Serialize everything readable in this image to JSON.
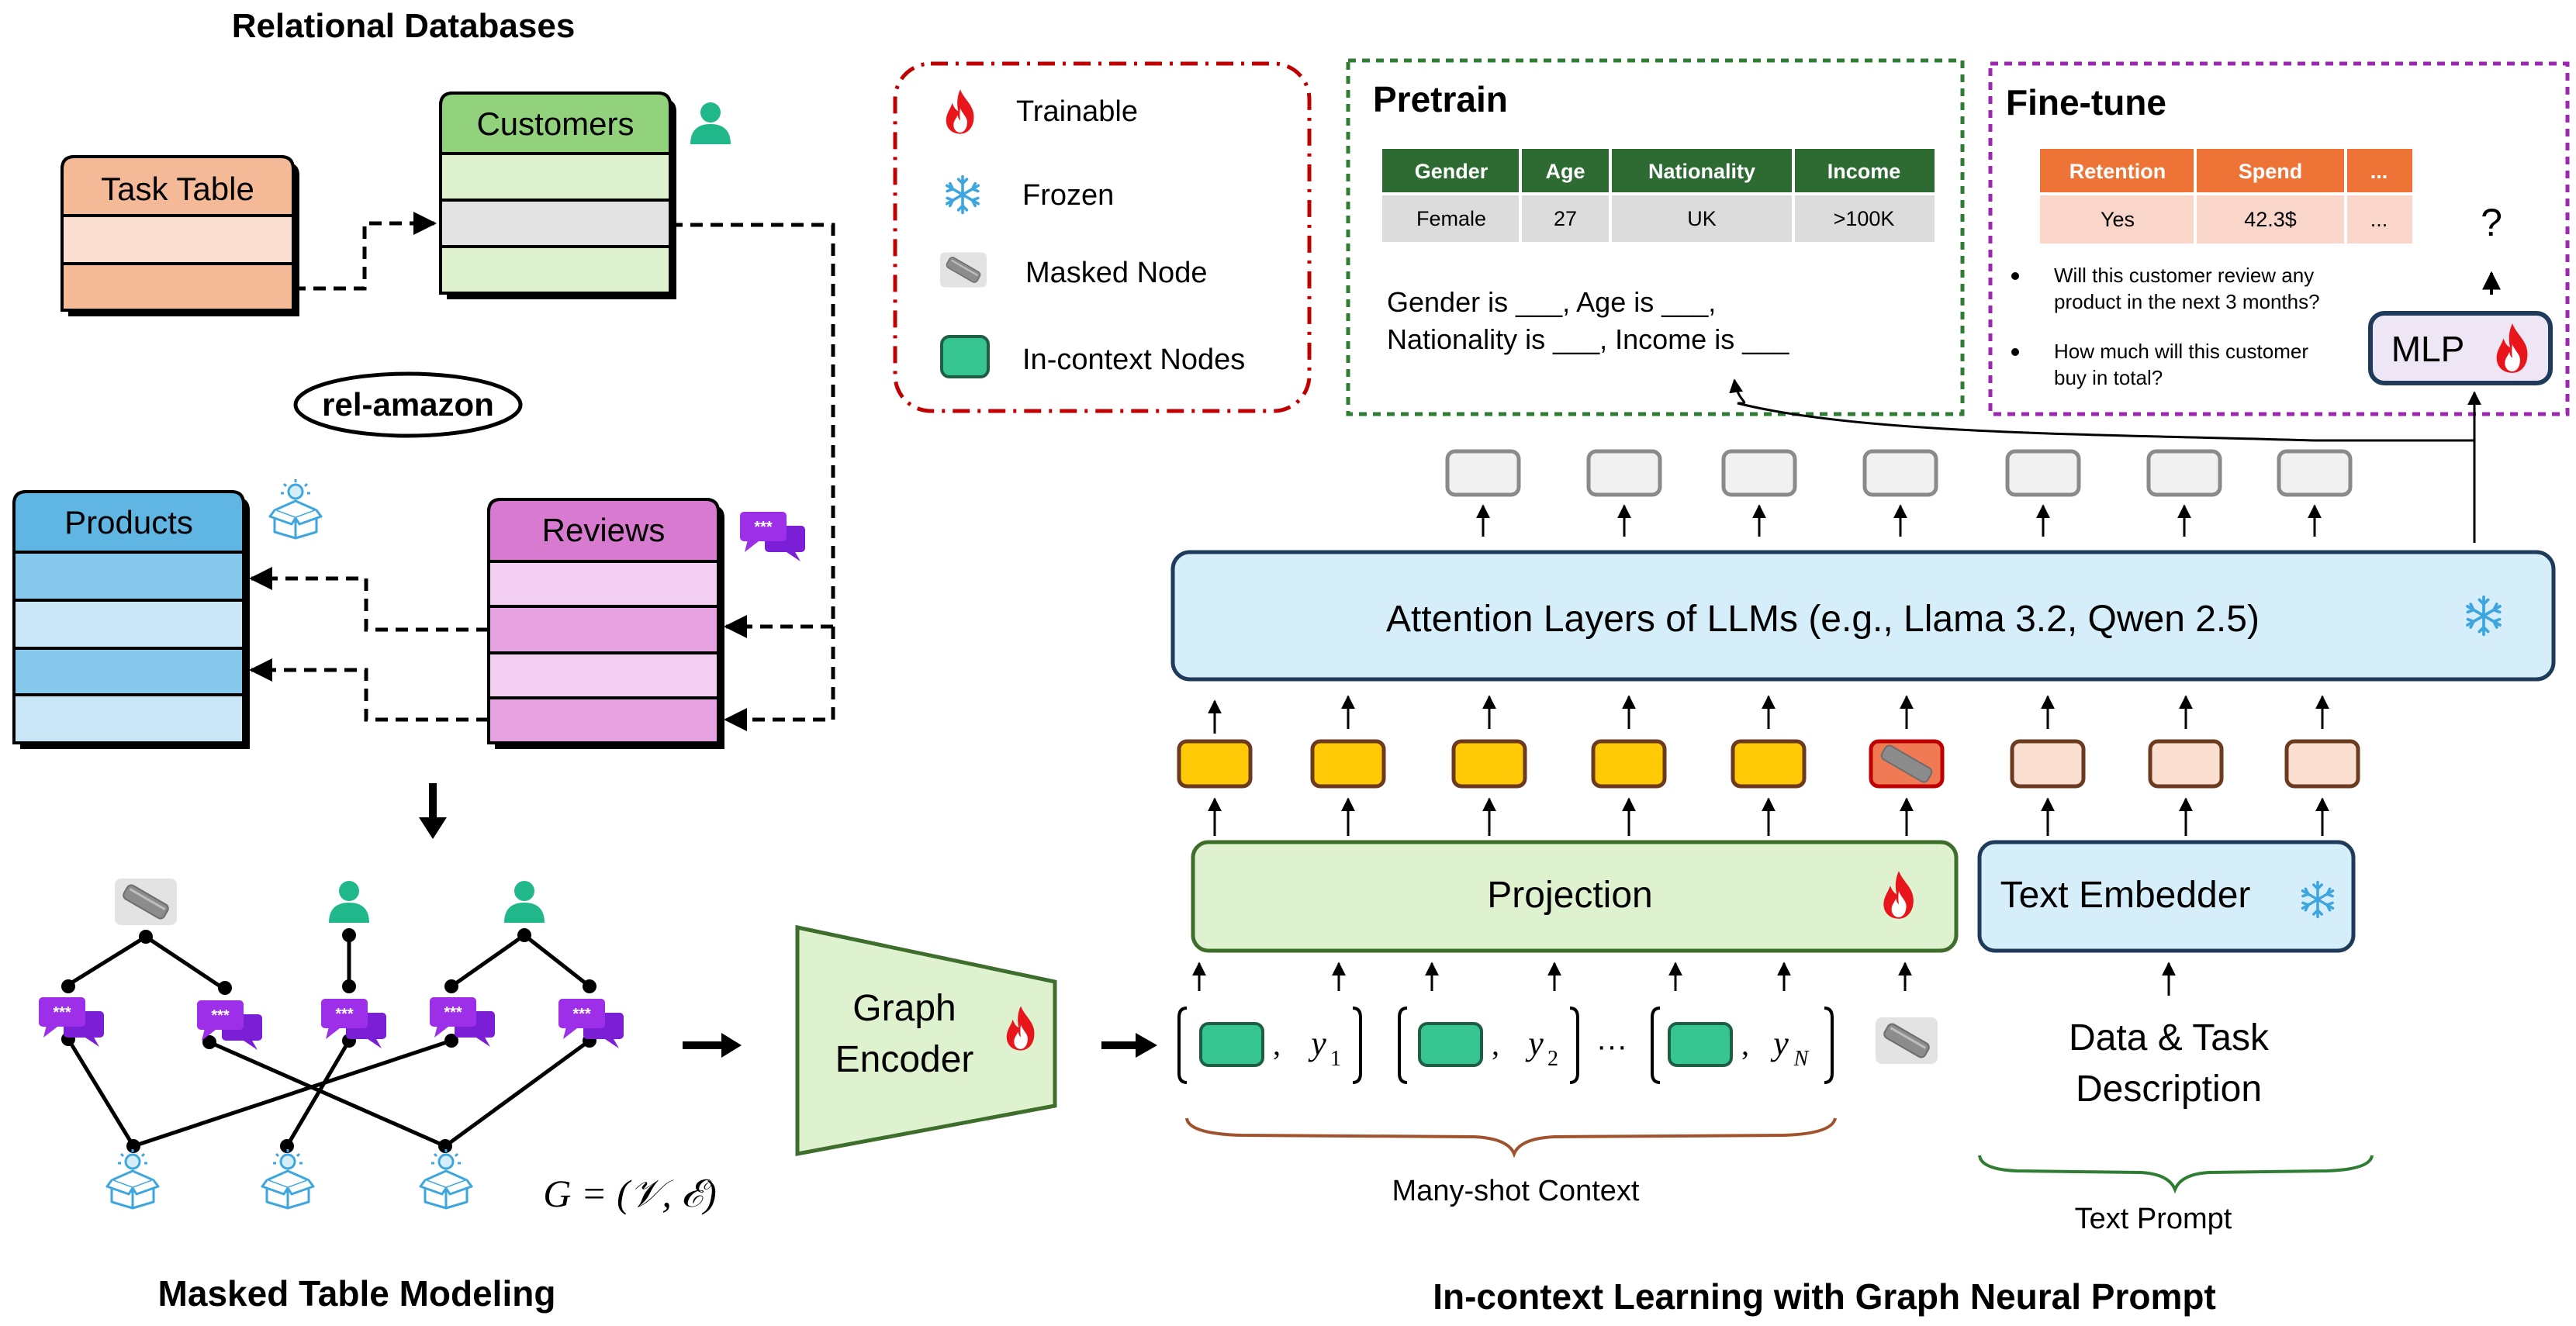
{
  "headings": {
    "relational": "Relational Databases",
    "masked_modeling": "Masked Table Modeling",
    "icl": "In-context Learning with Graph Neural Prompt"
  },
  "tables": {
    "task": "Task Table",
    "customers": "Customers",
    "products": "Products",
    "reviews": "Reviews"
  },
  "dataset_label": "rel-amazon",
  "legend": {
    "trainable": "Trainable",
    "frozen": "Frozen",
    "masked": "Masked Node",
    "incontext": "In-context Nodes"
  },
  "pretrain": {
    "title": "Pretrain",
    "headers": [
      "Gender",
      "Age",
      "Nationality",
      "Income"
    ],
    "row": [
      "Female",
      "27",
      "UK",
      ">100K"
    ],
    "prompt_line1": "Gender is ___, Age is ___,",
    "prompt_line2": "Nationality is ___, Income is ___"
  },
  "finetune": {
    "title": "Fine-tune",
    "headers": [
      "Retention",
      "Spend",
      "..."
    ],
    "row": [
      "Yes",
      "42.3$",
      "..."
    ],
    "q1_line1": "Will this customer review any",
    "q1_line2": "product in the next 3 months?",
    "q2_line1": "How much will this customer",
    "q2_line2": "buy in total?",
    "question_mark": "?",
    "mlp": "MLP"
  },
  "model": {
    "attention": "Attention Layers of LLMs (e.g., Llama 3.2, Qwen 2.5)",
    "projection": "Projection",
    "text_embedder": "Text Embedder",
    "graph_encoder_line1": "Graph",
    "graph_encoder_line2": "Encoder",
    "data_desc_line1": "Data & Task",
    "data_desc_line2": "Description",
    "many_shot": "Many-shot Context",
    "text_prompt": "Text Prompt",
    "graph_formula": "G = (𝒱, ℰ)"
  },
  "context_tokens": {
    "y1": "y",
    "y1_sub": "1",
    "y2": "y",
    "y2_sub": "2",
    "yN": "y",
    "yN_sub": "N",
    "ellipsis": "···",
    "comma": ","
  },
  "colors": {
    "task_table": "#f4b996",
    "customers": "#92d27c",
    "products": "#5fb6e3",
    "reviews": "#d77ad0",
    "projection": "#dff2d0",
    "attention": "#d6eef9",
    "token_yellow": "#ffca05",
    "token_peach": "#fbe0d2",
    "node_green": "#36c490",
    "fire": "#e8161b",
    "snow": "#3da6df"
  }
}
